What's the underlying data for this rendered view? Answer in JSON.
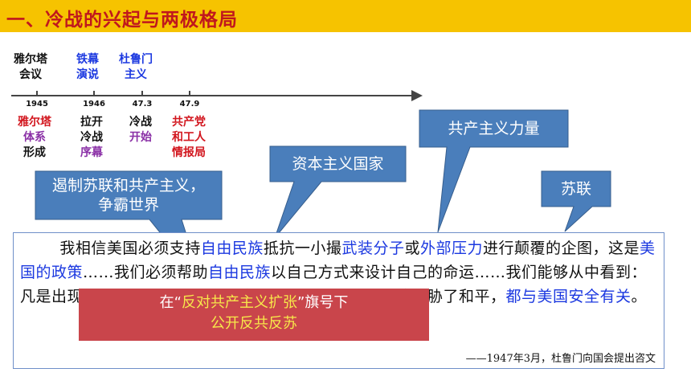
{
  "header": {
    "title": "一、冷战的兴起与两极格局",
    "bg_color": "#f6c300",
    "title_color": "#c0171d"
  },
  "timeline": {
    "top_labels": [
      {
        "lines": [
          "雅尔塔",
          "会议"
        ],
        "color": "black"
      },
      {
        "lines": [
          "铁幕",
          "演说"
        ],
        "color": "blue"
      },
      {
        "lines": [
          "杜鲁门",
          "主义"
        ],
        "color": "blue"
      }
    ],
    "years": [
      "1945",
      "1946",
      "47.3",
      "47.9"
    ],
    "bottom_labels": [
      {
        "lines": [
          "雅尔塔",
          "体系",
          "形成"
        ],
        "colors": [
          "red",
          "purple",
          "black"
        ]
      },
      {
        "lines": [
          "拉开",
          "冷战",
          "序幕"
        ],
        "colors": [
          "black",
          "black",
          "purple"
        ]
      },
      {
        "lines": [
          "冷战",
          "开始"
        ],
        "colors": [
          "black",
          "purple"
        ]
      },
      {
        "lines": [
          "共产党",
          "和工人",
          "情报局"
        ],
        "colors": [
          "red",
          "red",
          "red"
        ]
      }
    ]
  },
  "callouts": {
    "contain": {
      "lines": [
        "遏制苏联和共产主义，",
        "争霸世界"
      ]
    },
    "capitalist": {
      "text": "资本主义国家"
    },
    "communist": {
      "text": "共产主义力量"
    },
    "soviet": {
      "text": "苏联"
    },
    "fill_color": "#4a7ebb"
  },
  "quote": {
    "p1": "我相信美国必须支持",
    "h1": "自由民族",
    "p2": "抵抗一小撮",
    "h2": "武装分子",
    "p3": "或",
    "h3": "外部压力",
    "p4": "进行颠覆的企图，这是",
    "h4": "美国的政策",
    "p5": "……我们必须帮助",
    "h5": "自由民族",
    "p6": "以自己方式来设计自己的命运……我们能够从中看到：凡是出现在宣布，不论在什么地方，不论直接或间接侵略威胁了和平，",
    "h6": "都与美国安全有关",
    "p7": "。",
    "source": "——1947年3月，杜鲁门向国会提出咨文"
  },
  "banner": {
    "prefix": "在",
    "lquote": "“",
    "slogan": "反对共产主义扩张",
    "rquote": "”",
    "suffix": "旗号下",
    "line2": "公开反共反苏",
    "fill_color": "#c9454b"
  }
}
